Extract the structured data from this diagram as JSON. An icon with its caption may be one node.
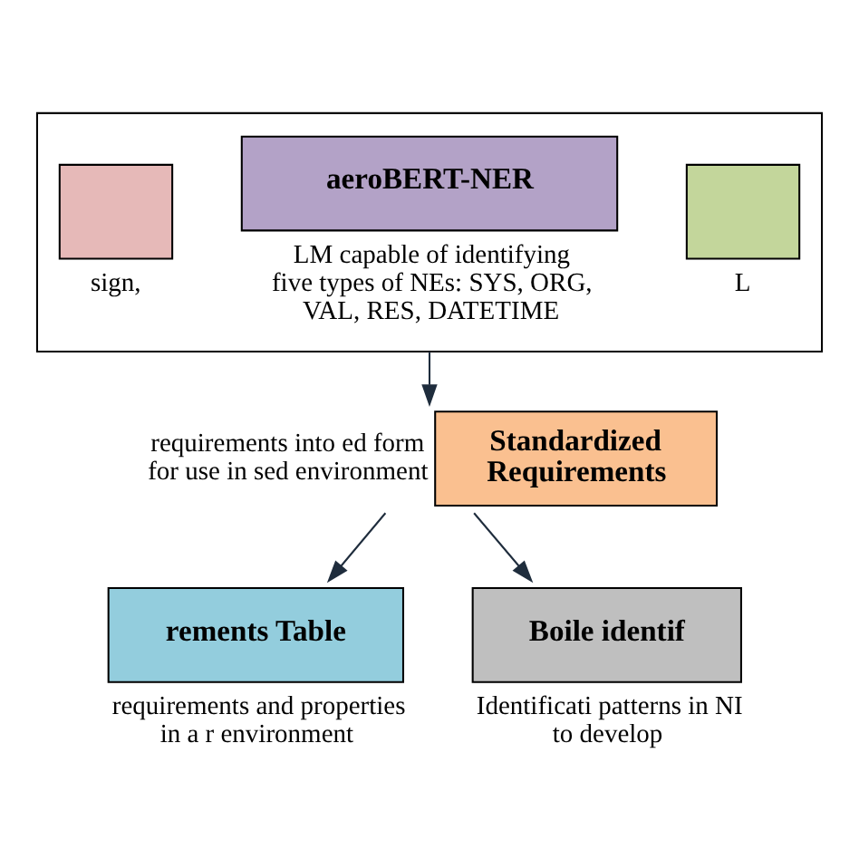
{
  "diagram": {
    "nodes": [
      {
        "text": [],
        "shape": "box"
      },
      {
        "text": [],
        "shape": "box",
        "in": 0,
        "beside": [
          "sign,"
        ]
      },
      {
        "text": [
          "aeroBERT-NER"
        ],
        "in": 0,
        "beside": [
          "LM capable of identifying five types of NEs: SYS, ORG, VAL, RES, DATETIME"
        ]
      },
      {
        "text": [],
        "shape": "box",
        "in": 0,
        "beside": [
          "L"
        ]
      },
      {
        "text": [
          "Standardized Requirements"
        ],
        "beside": [
          "requirements into ed form for use in sed environment"
        ]
      },
      {
        "text": [
          "rements Table"
        ],
        "beside": [
          "requirements and properties in a r environment"
        ]
      },
      {
        "text": [
          "Boile identif"
        ],
        "beside": [
          "Identificati patterns in NI to develop"
        ]
      }
    ],
    "edges": [
      {
        "from": 0,
        "to": 4,
        "arrow": "to"
      },
      {
        "from": 4,
        "to": 5,
        "arrow": "to"
      },
      {
        "from": 4,
        "to": 6,
        "arrow": "to"
      }
    ]
  }
}
